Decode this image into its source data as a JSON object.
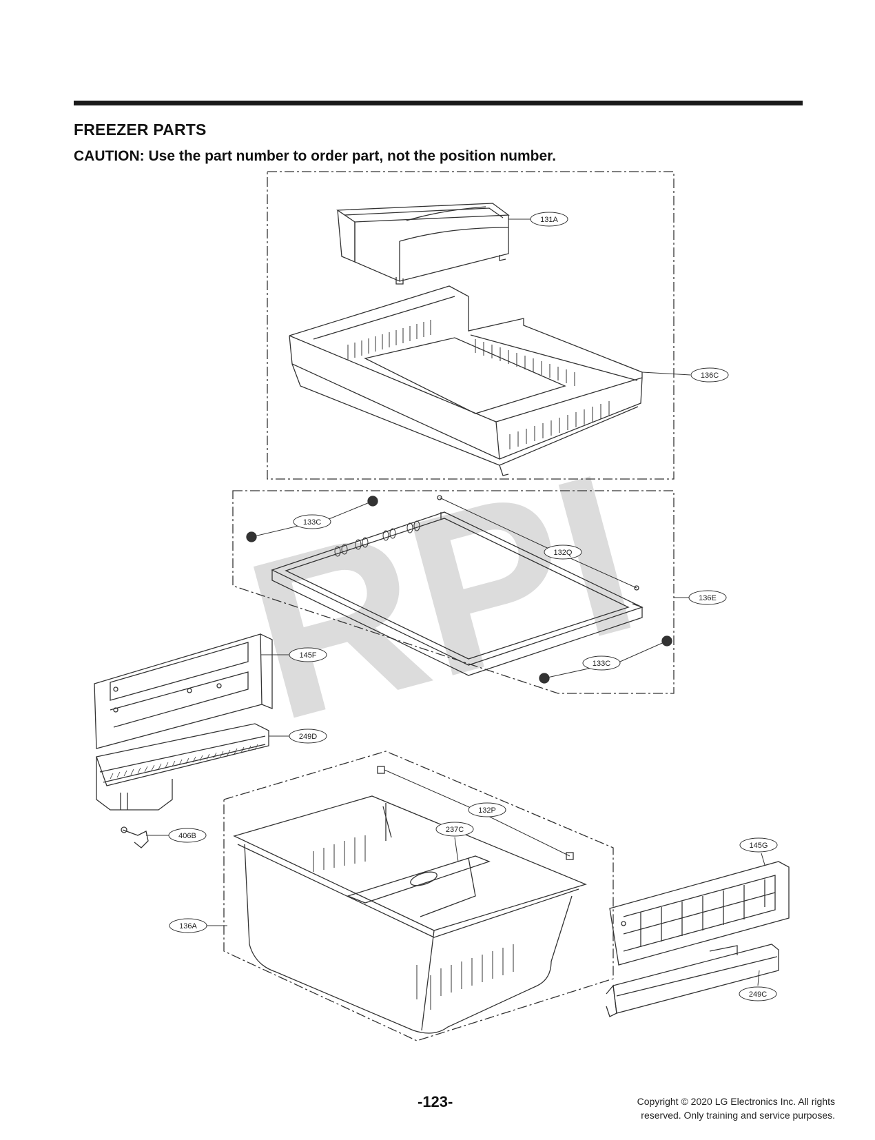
{
  "header": {
    "title": "FREEZER PARTS",
    "caution": "CAUTION: Use the part number to order part, not the position number."
  },
  "watermark": "RPI",
  "callouts": {
    "c131A": "131A",
    "c136C": "136C",
    "c133C_top": "133C",
    "c132Q": "132Q",
    "c136E": "136E",
    "c133C_bottom": "133C",
    "c145F": "145F",
    "c249D": "249D",
    "c406B": "406B",
    "c132P": "132P",
    "c237C": "237C",
    "c136A": "136A",
    "c145G": "145G",
    "c249C": "249C"
  },
  "footer": {
    "page_number": "-123-",
    "copyright_line1": "Copyright © 2020 LG Electronics Inc. All rights",
    "copyright_line2": "reserved. Only training and service purposes."
  },
  "colors": {
    "line": "#333333",
    "rule": "#1a1a1a",
    "watermark": "#d9d9d9"
  }
}
